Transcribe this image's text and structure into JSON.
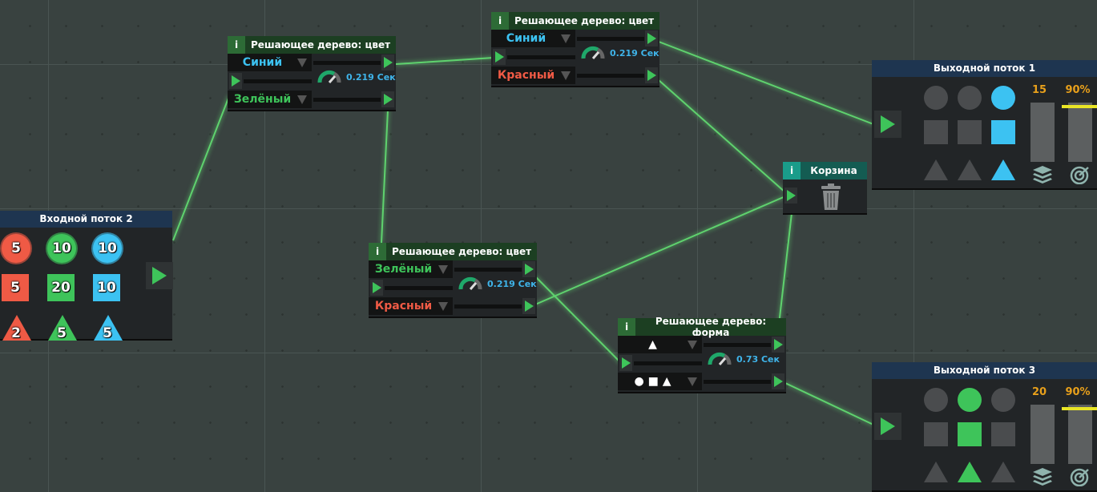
{
  "colors": {
    "red": "#ef5a45",
    "green": "#3ec45a",
    "blue": "#3cc2f2",
    "wire": "#5fd26e",
    "inactive": "#4a4c4e"
  },
  "input_stream": {
    "title": "Входной поток 2",
    "items": [
      {
        "shape": "circle",
        "color": "red",
        "count": "5"
      },
      {
        "shape": "circle",
        "color": "green",
        "count": "10"
      },
      {
        "shape": "circle",
        "color": "blue",
        "count": "10"
      },
      {
        "shape": "square",
        "color": "red",
        "count": "5"
      },
      {
        "shape": "square",
        "color": "green",
        "count": "20"
      },
      {
        "shape": "square",
        "color": "blue",
        "count": "10"
      },
      {
        "shape": "triangle",
        "color": "red",
        "count": "2"
      },
      {
        "shape": "triangle",
        "color": "green",
        "count": "5"
      },
      {
        "shape": "triangle",
        "color": "blue",
        "count": "5"
      }
    ]
  },
  "trees": [
    {
      "info": "i",
      "title": "Решающее дерево: цвет",
      "top_option": "Синий",
      "bottom_option": "Зелёный",
      "time": "0.219 Сек"
    },
    {
      "info": "i",
      "title": "Решающее дерево: цвет",
      "top_option": "Синий",
      "bottom_option": "Красный",
      "time": "0.219 Сек"
    },
    {
      "info": "i",
      "title": "Решающее дерево: цвет",
      "top_option": "Зелёный",
      "bottom_option": "Красный",
      "time": "0.219 Сек"
    },
    {
      "info": "i",
      "title": "Решающее дерево: форма",
      "top_option": "▲",
      "bottom_option": "● ■ ▲",
      "time": "0.73 Сек"
    }
  ],
  "trash": {
    "info": "i",
    "title": "Корзина"
  },
  "outputs": [
    {
      "title": "Выходной поток 1",
      "target_color": "blue",
      "count": "15",
      "accuracy": "90%",
      "accuracy_fraction": 0.9
    },
    {
      "title": "Выходной поток 3",
      "target_color": "green",
      "count": "20",
      "accuracy": "90%",
      "accuracy_fraction": 0.9
    }
  ]
}
